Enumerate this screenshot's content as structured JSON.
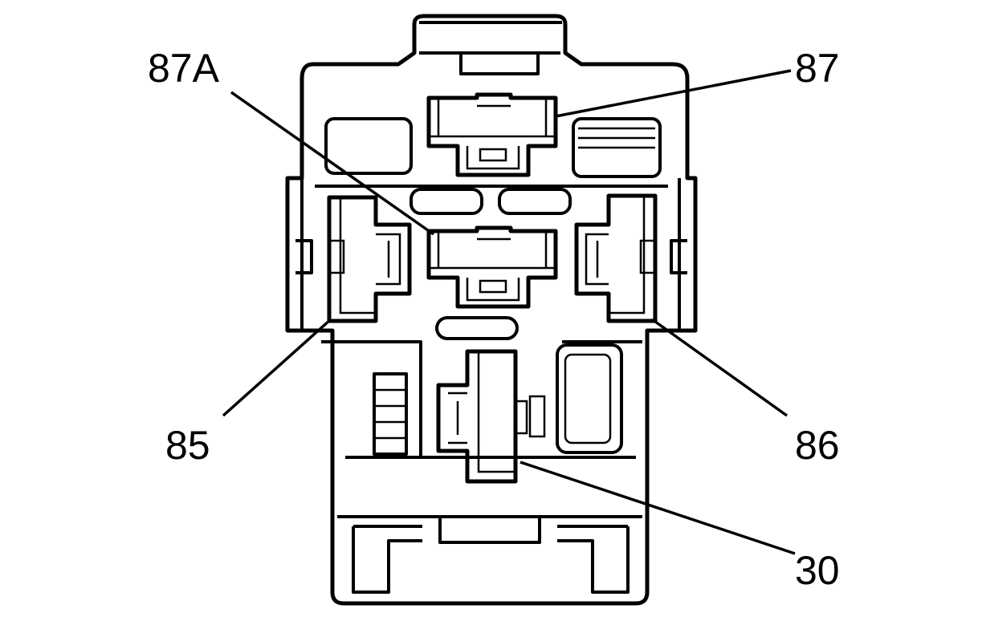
{
  "diagram": {
    "terminals": [
      {
        "id": "87A",
        "label": "87A"
      },
      {
        "id": "87",
        "label": "87"
      },
      {
        "id": "85",
        "label": "85"
      },
      {
        "id": "86",
        "label": "86"
      },
      {
        "id": "30",
        "label": "30"
      }
    ]
  }
}
